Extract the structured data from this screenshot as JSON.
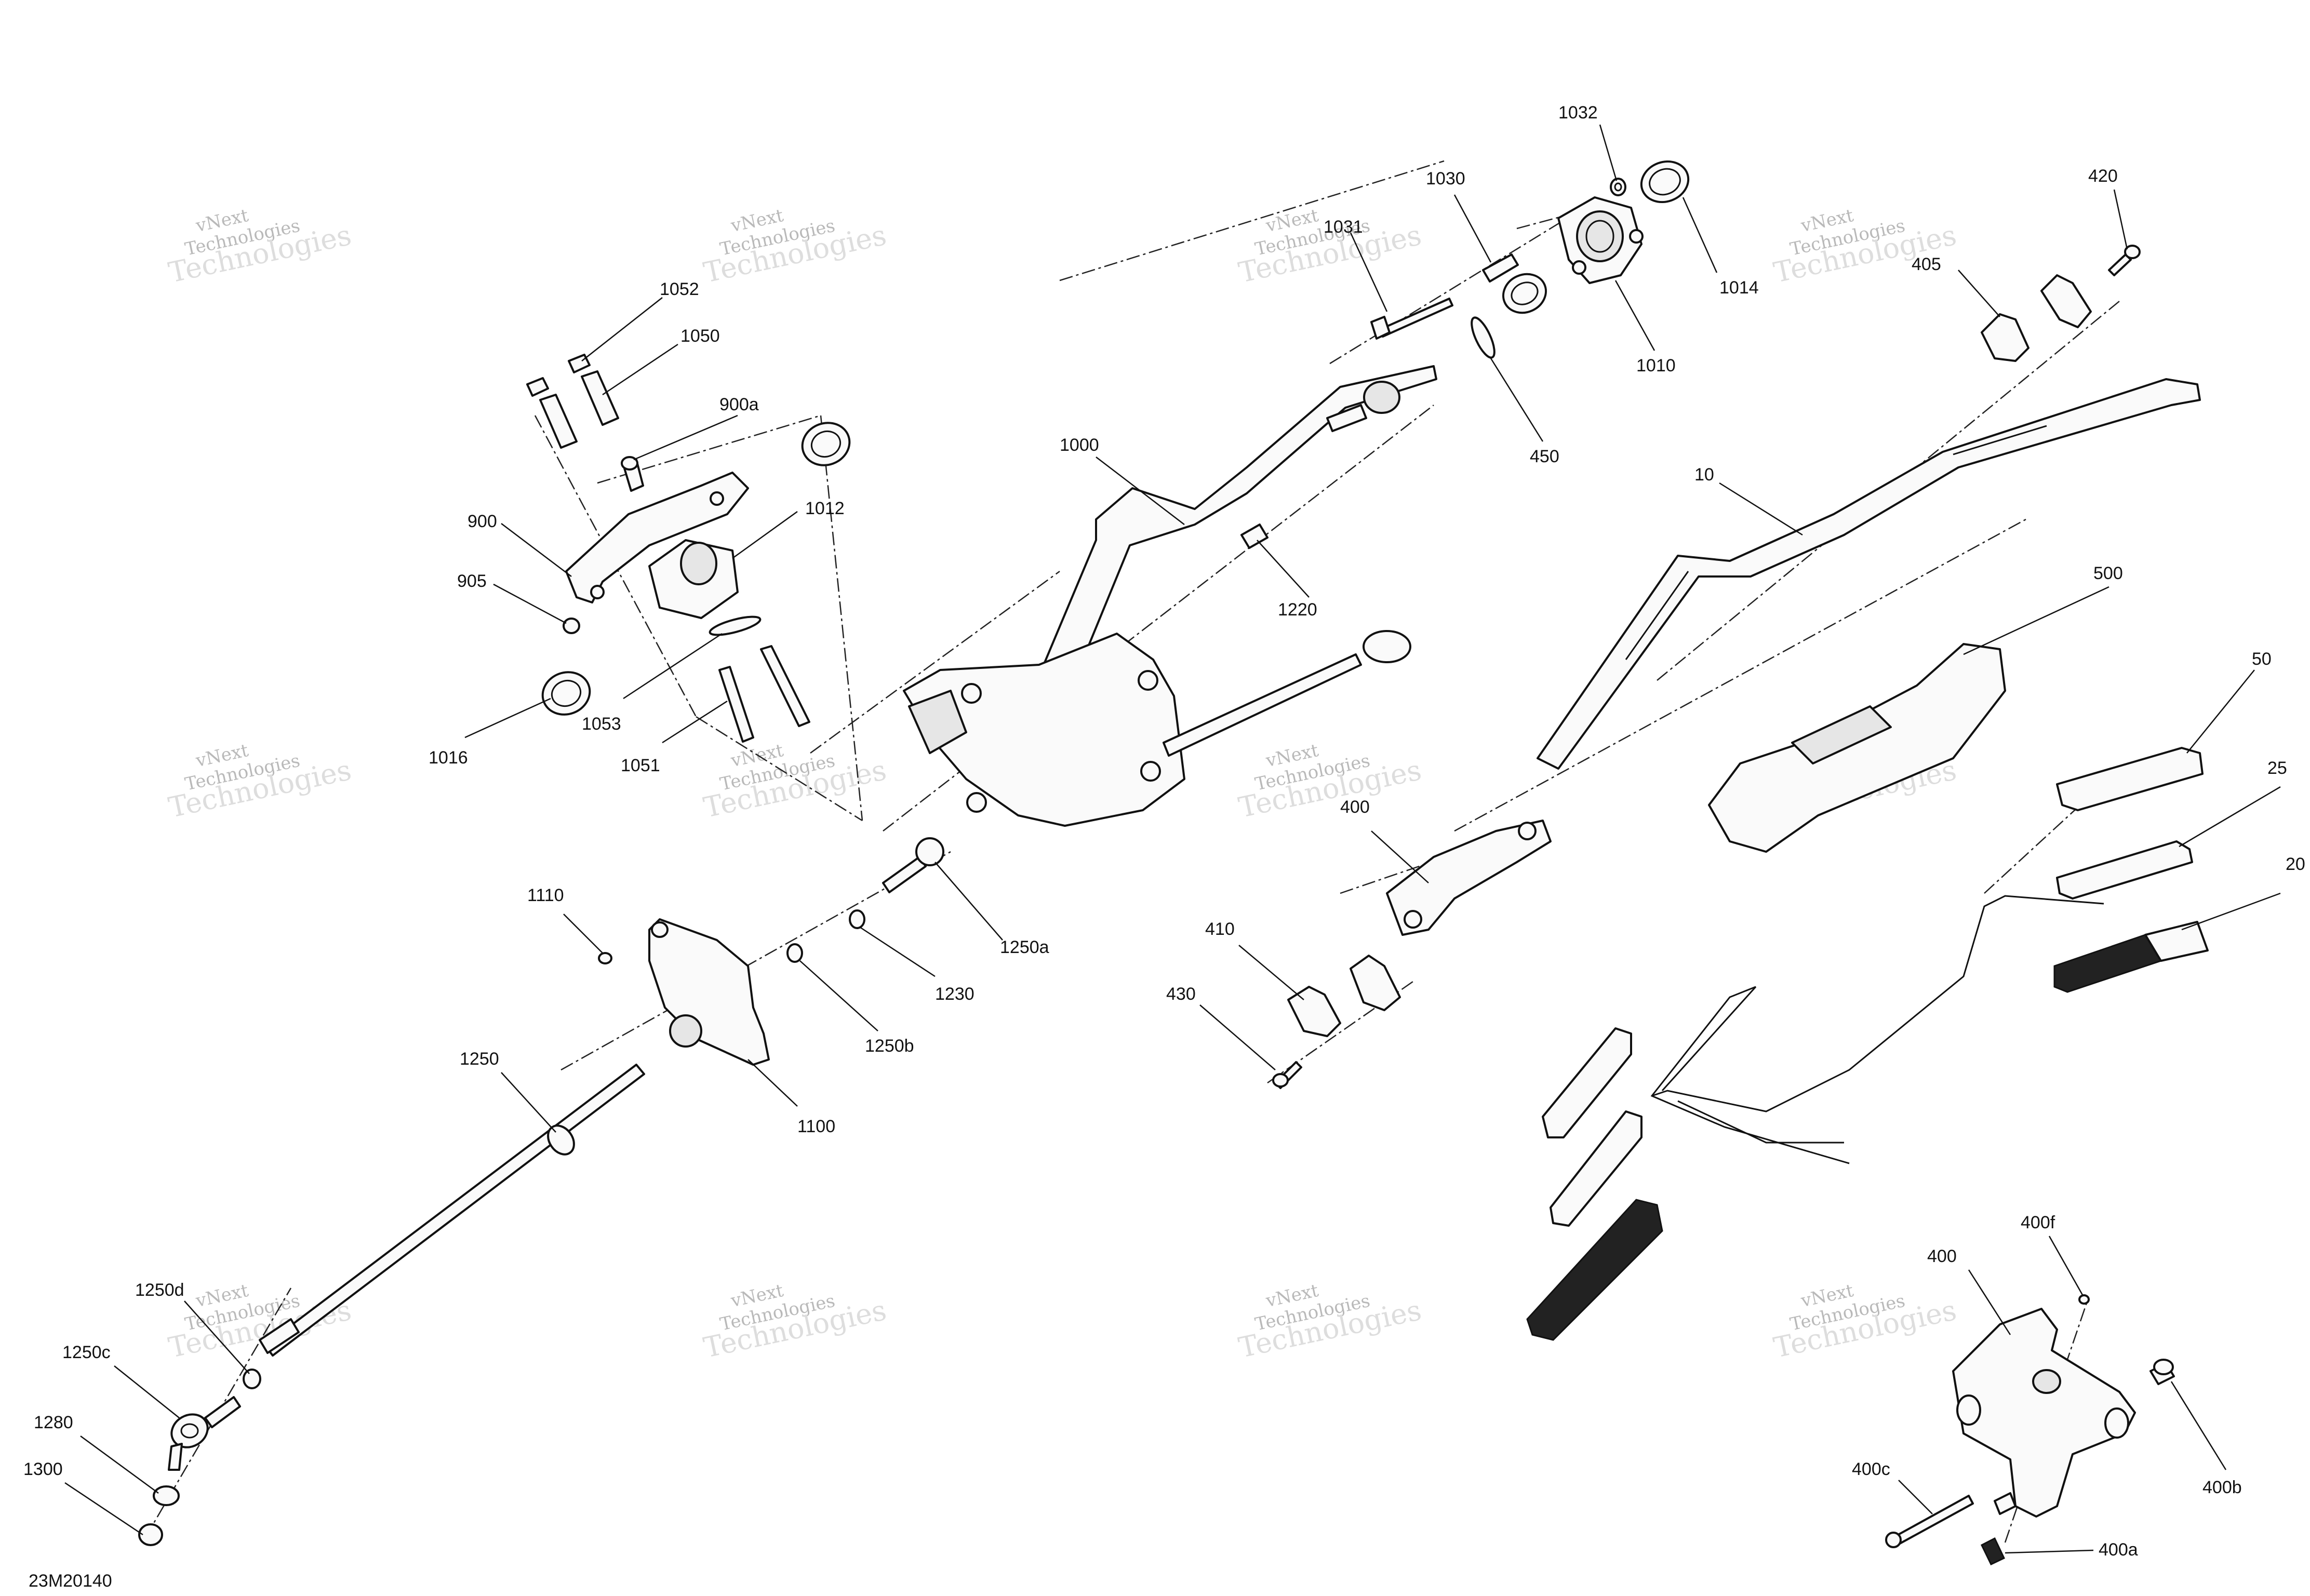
{
  "diagram_code": "23M20140",
  "watermark": {
    "line1": "vNext",
    "line2": "Technologies",
    "line3": "Technologies"
  },
  "callouts": [
    {
      "id": "c-1032",
      "text": "1032"
    },
    {
      "id": "c-1030",
      "text": "1030"
    },
    {
      "id": "c-1031",
      "text": "1031"
    },
    {
      "id": "c-1014",
      "text": "1014"
    },
    {
      "id": "c-1010",
      "text": "1010"
    },
    {
      "id": "c-450",
      "text": "450"
    },
    {
      "id": "c-420",
      "text": "420"
    },
    {
      "id": "c-405",
      "text": "405"
    },
    {
      "id": "c-1052",
      "text": "1052"
    },
    {
      "id": "c-1050",
      "text": "1050"
    },
    {
      "id": "c-900a",
      "text": "900a"
    },
    {
      "id": "c-900",
      "text": "900"
    },
    {
      "id": "c-1012",
      "text": "1012"
    },
    {
      "id": "c-905",
      "text": "905"
    },
    {
      "id": "c-1016",
      "text": "1016"
    },
    {
      "id": "c-1053",
      "text": "1053"
    },
    {
      "id": "c-1051",
      "text": "1051"
    },
    {
      "id": "c-1000",
      "text": "1000"
    },
    {
      "id": "c-1220",
      "text": "1220"
    },
    {
      "id": "c-10",
      "text": "10"
    },
    {
      "id": "c-500",
      "text": "500"
    },
    {
      "id": "c-50",
      "text": "50"
    },
    {
      "id": "c-25",
      "text": "25"
    },
    {
      "id": "c-20",
      "text": "20"
    },
    {
      "id": "c-400-top",
      "text": "400"
    },
    {
      "id": "c-410",
      "text": "410"
    },
    {
      "id": "c-430",
      "text": "430"
    },
    {
      "id": "c-1110",
      "text": "1110"
    },
    {
      "id": "c-1250a",
      "text": "1250a"
    },
    {
      "id": "c-1230",
      "text": "1230"
    },
    {
      "id": "c-1250b",
      "text": "1250b"
    },
    {
      "id": "c-1100",
      "text": "1100"
    },
    {
      "id": "c-1250",
      "text": "1250"
    },
    {
      "id": "c-1250d",
      "text": "1250d"
    },
    {
      "id": "c-1250c",
      "text": "1250c"
    },
    {
      "id": "c-1280",
      "text": "1280"
    },
    {
      "id": "c-1300",
      "text": "1300"
    },
    {
      "id": "c-400f",
      "text": "400f"
    },
    {
      "id": "c-400-bottom",
      "text": "400"
    },
    {
      "id": "c-400c",
      "text": "400c"
    },
    {
      "id": "c-400b",
      "text": "400b"
    },
    {
      "id": "c-400a",
      "text": "400a"
    }
  ]
}
